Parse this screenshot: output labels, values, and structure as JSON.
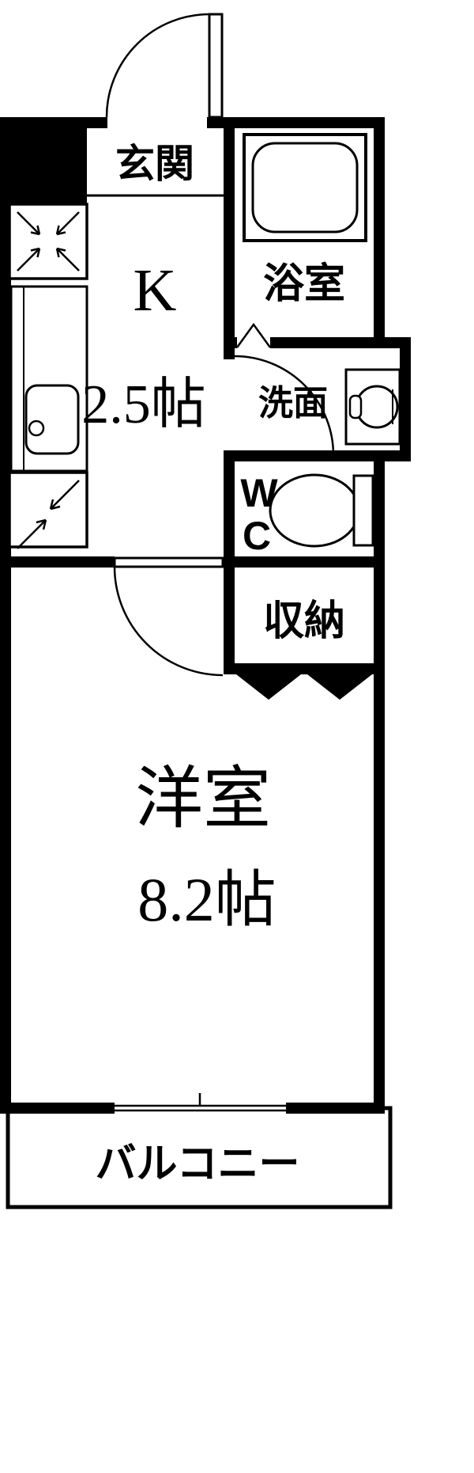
{
  "floorplan": {
    "entrance": {
      "label": "玄関"
    },
    "bathroom": {
      "label": "浴室"
    },
    "kitchen": {
      "label": "K",
      "size": "2.5帖"
    },
    "washroom": {
      "label": "洗面"
    },
    "wc": {
      "line1": "W",
      "line2": "C"
    },
    "storage": {
      "label": "収納"
    },
    "western_room": {
      "label": "洋室",
      "size": "8.2帖"
    },
    "balcony": {
      "label": "バルコニー"
    },
    "colors": {
      "wall": "#000000",
      "floor": "#ffffff"
    }
  }
}
